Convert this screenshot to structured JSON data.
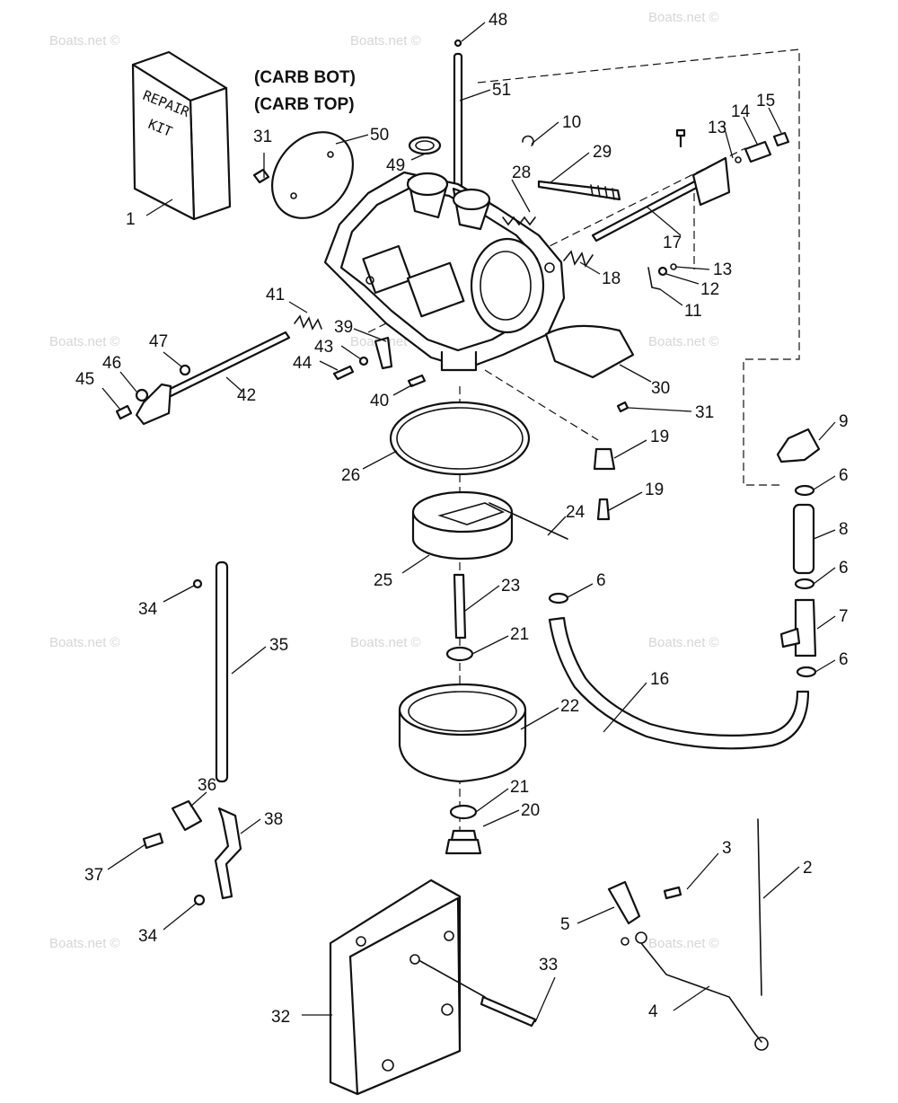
{
  "watermark": "Boats.net ©",
  "header_labels": [
    "(CARB BOT)",
    "(CARB TOP)"
  ],
  "kit_text": [
    "REPAIR",
    "KIT"
  ],
  "callouts": [
    {
      "id": "c1",
      "num": "1"
    },
    {
      "id": "c2",
      "num": "2"
    },
    {
      "id": "c3",
      "num": "3"
    },
    {
      "id": "c4",
      "num": "4"
    },
    {
      "id": "c5",
      "num": "5"
    },
    {
      "id": "c6a",
      "num": "6"
    },
    {
      "id": "c6b",
      "num": "6"
    },
    {
      "id": "c6c",
      "num": "6"
    },
    {
      "id": "c6d",
      "num": "6"
    },
    {
      "id": "c7",
      "num": "7"
    },
    {
      "id": "c8",
      "num": "8"
    },
    {
      "id": "c9",
      "num": "9"
    },
    {
      "id": "c10",
      "num": "10"
    },
    {
      "id": "c11",
      "num": "11"
    },
    {
      "id": "c12",
      "num": "12"
    },
    {
      "id": "c13a",
      "num": "13"
    },
    {
      "id": "c13b",
      "num": "13"
    },
    {
      "id": "c14",
      "num": "14"
    },
    {
      "id": "c15",
      "num": "15"
    },
    {
      "id": "c16",
      "num": "16"
    },
    {
      "id": "c17",
      "num": "17"
    },
    {
      "id": "c18",
      "num": "18"
    },
    {
      "id": "c19a",
      "num": "19"
    },
    {
      "id": "c19b",
      "num": "19"
    },
    {
      "id": "c20",
      "num": "20"
    },
    {
      "id": "c21a",
      "num": "21"
    },
    {
      "id": "c21b",
      "num": "21"
    },
    {
      "id": "c22",
      "num": "22"
    },
    {
      "id": "c23",
      "num": "23"
    },
    {
      "id": "c24",
      "num": "24"
    },
    {
      "id": "c25",
      "num": "25"
    },
    {
      "id": "c26",
      "num": "26"
    },
    {
      "id": "c28",
      "num": "28"
    },
    {
      "id": "c29",
      "num": "29"
    },
    {
      "id": "c30",
      "num": "30"
    },
    {
      "id": "c31a",
      "num": "31"
    },
    {
      "id": "c31b",
      "num": "31"
    },
    {
      "id": "c32",
      "num": "32"
    },
    {
      "id": "c33",
      "num": "33"
    },
    {
      "id": "c34a",
      "num": "34"
    },
    {
      "id": "c34b",
      "num": "34"
    },
    {
      "id": "c35",
      "num": "35"
    },
    {
      "id": "c36",
      "num": "36"
    },
    {
      "id": "c37",
      "num": "37"
    },
    {
      "id": "c38",
      "num": "38"
    },
    {
      "id": "c39",
      "num": "39"
    },
    {
      "id": "c40",
      "num": "40"
    },
    {
      "id": "c41",
      "num": "41"
    },
    {
      "id": "c42",
      "num": "42"
    },
    {
      "id": "c43",
      "num": "43"
    },
    {
      "id": "c44",
      "num": "44"
    },
    {
      "id": "c45",
      "num": "45"
    },
    {
      "id": "c46",
      "num": "46"
    },
    {
      "id": "c47",
      "num": "47"
    },
    {
      "id": "c48",
      "num": "48"
    },
    {
      "id": "c49",
      "num": "49"
    },
    {
      "id": "c50",
      "num": "50"
    },
    {
      "id": "c51",
      "num": "51"
    }
  ]
}
